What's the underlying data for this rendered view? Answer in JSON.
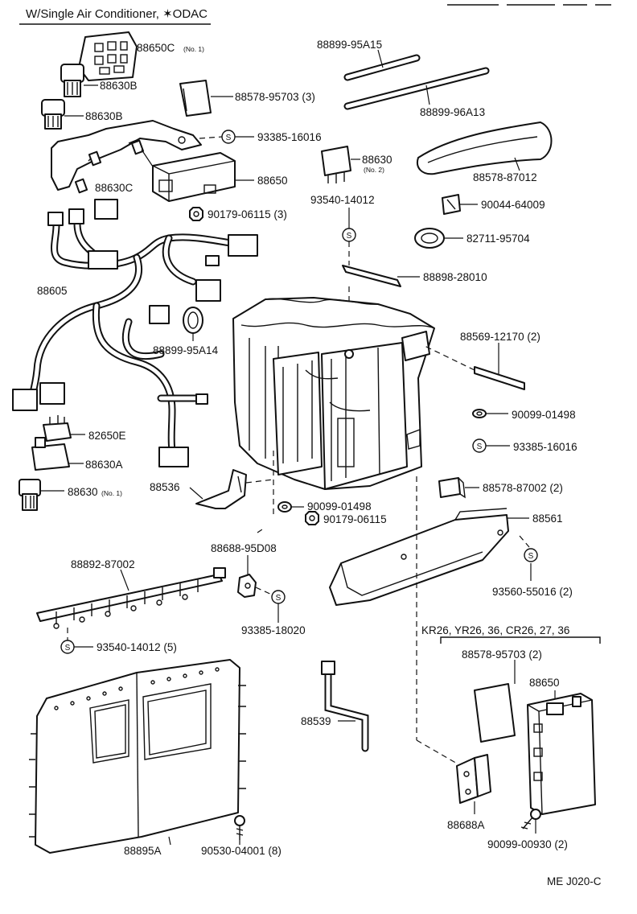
{
  "header": {
    "title": "W/Single Air Conditioner,  ✶ODAC"
  },
  "footer": {
    "code": "ME J020-C"
  },
  "variant": {
    "label": "KR26, YR26, 36, CR26, 27, 36"
  },
  "screw_symbol": "S",
  "parts": [
    {
      "id": "p1",
      "label": "88650C",
      "note": "(No. 1)"
    },
    {
      "id": "p2",
      "label": "88630B",
      "note": ""
    },
    {
      "id": "p3",
      "label": "88630B",
      "note": ""
    },
    {
      "id": "p4",
      "label": "88578-95703 (3)",
      "note": ""
    },
    {
      "id": "p5",
      "label": "88899-95A15",
      "note": ""
    },
    {
      "id": "p6",
      "label": "88899-96A13",
      "note": ""
    },
    {
      "id": "p7",
      "label": "93385-16016",
      "note": ""
    },
    {
      "id": "p8",
      "label": "88630C",
      "note": ""
    },
    {
      "id": "p9",
      "label": "88650",
      "note": ""
    },
    {
      "id": "p10",
      "label": "90179-06115 (3)",
      "note": ""
    },
    {
      "id": "p11",
      "label": "88630",
      "note": "(No. 2)"
    },
    {
      "id": "p12",
      "label": "93540-14012",
      "note": ""
    },
    {
      "id": "p13",
      "label": "88578-87012",
      "note": ""
    },
    {
      "id": "p14",
      "label": "90044-64009",
      "note": ""
    },
    {
      "id": "p15",
      "label": "82711-95704",
      "note": ""
    },
    {
      "id": "p16",
      "label": "88898-28010",
      "note": ""
    },
    {
      "id": "p17",
      "label": "88605",
      "note": ""
    },
    {
      "id": "p18",
      "label": "88899-95A14",
      "note": ""
    },
    {
      "id": "p19",
      "label": "88569-12170 (2)",
      "note": ""
    },
    {
      "id": "p20",
      "label": "90099-01498",
      "note": ""
    },
    {
      "id": "p21",
      "label": "93385-16016",
      "note": ""
    },
    {
      "id": "p22",
      "label": "82650E",
      "note": ""
    },
    {
      "id": "p23",
      "label": "88630A",
      "note": ""
    },
    {
      "id": "p24",
      "label": "88630",
      "note": "(No. 1)"
    },
    {
      "id": "p25",
      "label": "88536",
      "note": ""
    },
    {
      "id": "p26",
      "label": "90099-01498",
      "note": ""
    },
    {
      "id": "p27",
      "label": "88578-87002 (2)",
      "note": ""
    },
    {
      "id": "p28",
      "label": "90179-06115",
      "note": ""
    },
    {
      "id": "p29",
      "label": "88561",
      "note": ""
    },
    {
      "id": "p30",
      "label": "88688-95D08",
      "note": ""
    },
    {
      "id": "p31",
      "label": "88892-87002",
      "note": ""
    },
    {
      "id": "p32",
      "label": "93560-55016 (2)",
      "note": ""
    },
    {
      "id": "p33",
      "label": "93385-18020",
      "note": ""
    },
    {
      "id": "p34",
      "label": "93540-14012 (5)",
      "note": ""
    },
    {
      "id": "p35",
      "label": "88578-95703 (2)",
      "note": ""
    },
    {
      "id": "p36",
      "label": "88650",
      "note": ""
    },
    {
      "id": "p37",
      "label": "88539",
      "note": ""
    },
    {
      "id": "p38",
      "label": "88688A",
      "note": ""
    },
    {
      "id": "p39",
      "label": "88895A",
      "note": ""
    },
    {
      "id": "p40",
      "label": "90530-04001 (8)",
      "note": ""
    },
    {
      "id": "p41",
      "label": "90099-00930 (2)",
      "note": ""
    }
  ]
}
